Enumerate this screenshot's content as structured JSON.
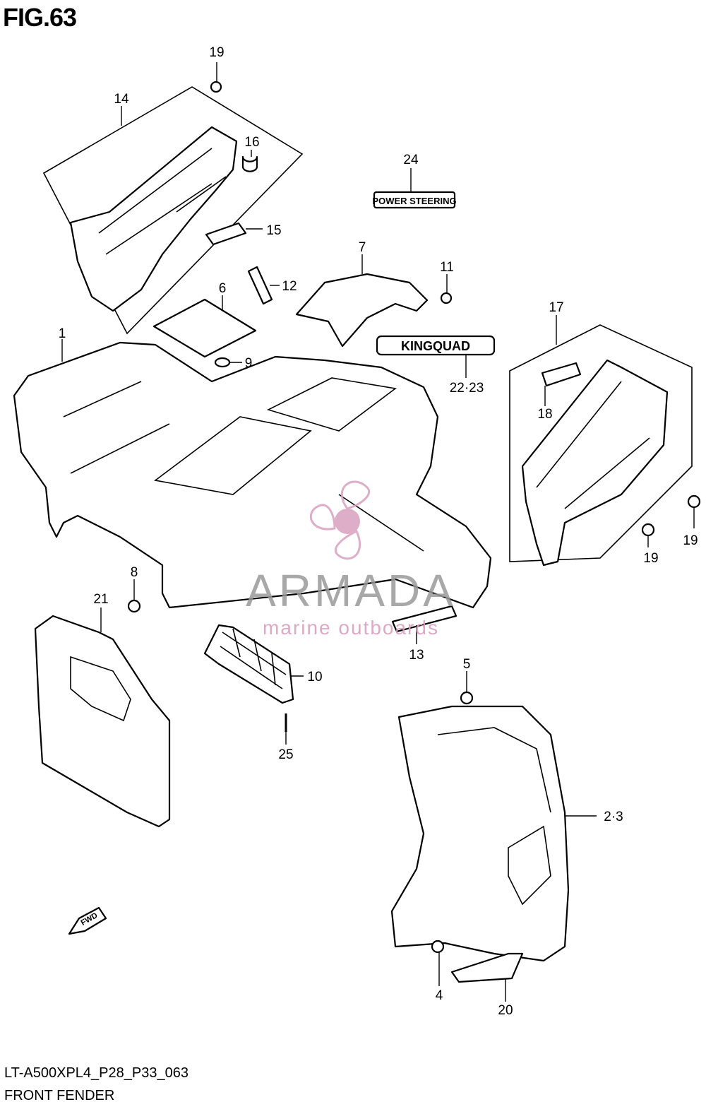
{
  "figure": {
    "title": "FIG.63"
  },
  "footer": {
    "code": "LT-A500XPL4_P28_P33_063",
    "name": "FRONT FENDER"
  },
  "decals": {
    "power_steering": "POWER STEERING",
    "kingquad": "KINGQUAD"
  },
  "fwd_arrow": "FWD",
  "watermark": {
    "brand": "ARMADA",
    "tagline": "marine outboards",
    "color": "#d9a0c0"
  },
  "callouts": [
    "1",
    "2·3",
    "4",
    "5",
    "6",
    "7",
    "8",
    "9",
    "10",
    "11",
    "12",
    "13",
    "14",
    "15",
    "16",
    "17",
    "18",
    "19",
    "19",
    "19",
    "20",
    "21",
    "22·23",
    "24",
    "25"
  ]
}
